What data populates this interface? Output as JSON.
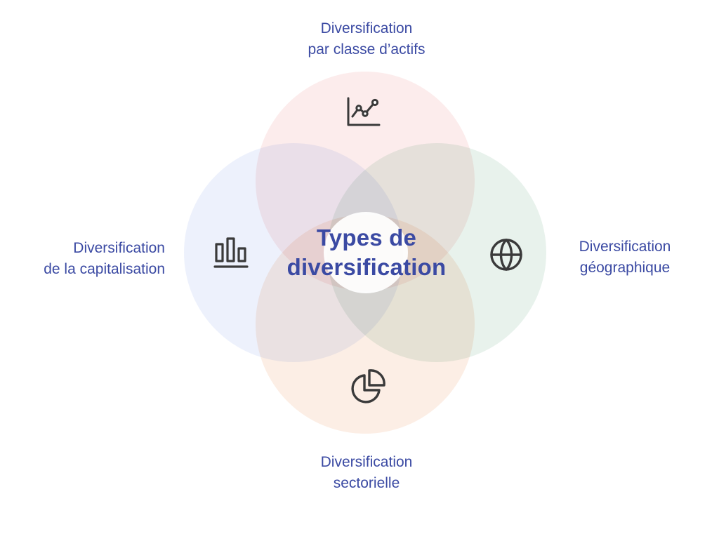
{
  "diagram": {
    "center": {
      "line1": "Types de",
      "line2": "diversification"
    },
    "lobes": {
      "top": {
        "line1": "Diversification",
        "line2": "par classe d’actifs",
        "icon": "line-chart-icon",
        "color": "#fbe6e6"
      },
      "right": {
        "line1": "Diversification",
        "line2": "géographique",
        "icon": "globe-icon",
        "color": "#e2efe8"
      },
      "bottom": {
        "line1": "Diversification",
        "line2": "sectorielle",
        "icon": "pie-chart-icon",
        "color": "#fbe9dc"
      },
      "left": {
        "line1": "Diversification",
        "line2": "de la capitalisation",
        "icon": "bar-chart-icon",
        "color": "#e9eefb"
      }
    },
    "text_color": "#3b4aa3",
    "icon_color": "#3a3a3a"
  }
}
